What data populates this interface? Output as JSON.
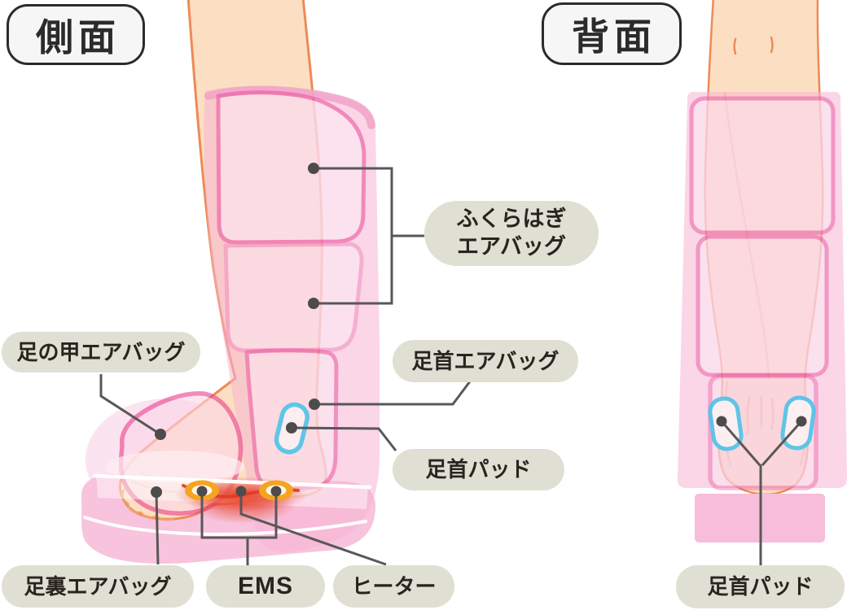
{
  "views": {
    "side": {
      "title": "側面"
    },
    "back": {
      "title": "背面"
    }
  },
  "labels": {
    "calf_airbag": {
      "line1": "ふくらはぎ",
      "line2": "エアバッグ"
    },
    "instep_airbag": "足の甲エアバッグ",
    "ankle_airbag": "足首エアバッグ",
    "ankle_pad_side": "足首パッド",
    "sole_airbag": "足裏エアバッグ",
    "ems": "EMS",
    "heater": "ヒーター",
    "ankle_pad_back": "足首パッド"
  },
  "colors": {
    "label_pill_bg": "#dfdfd3",
    "label_text": "#29241f",
    "view_title_bg": "#f6f6f6",
    "view_title_border": "#2b2b2b",
    "connector_line": "#595757",
    "connector_dot": "#4d4b4b",
    "device_outline_pink": "#ec57a2",
    "device_sleeve_pink": "#f7bcd9",
    "device_base_pink": "#f8c3dc",
    "airbag_fill": "#fdeaf4",
    "skin_fill": "#fcdfc2",
    "skin_outline": "#ee8a57",
    "ankle_pad_cyan": "#4ec4e8",
    "ems_pad_orange": "#f6a41f",
    "heater_red": "#e6432a",
    "sole_line_white": "#ffffff"
  }
}
